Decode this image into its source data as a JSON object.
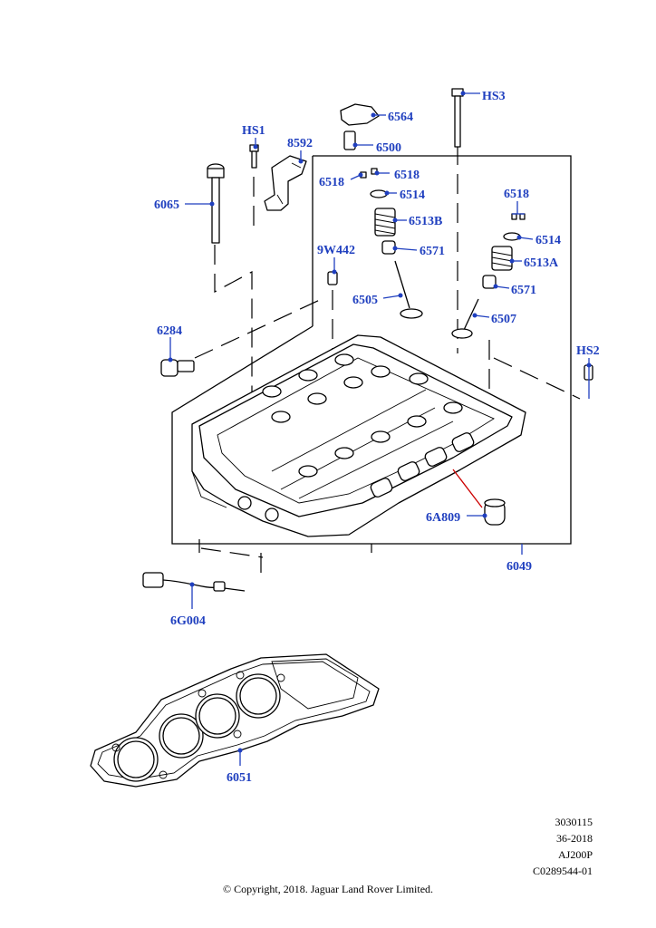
{
  "callouts": {
    "hs3": "HS3",
    "p6564": "6564",
    "hs1": "HS1",
    "p8592": "8592",
    "p6500": "6500",
    "p6518a": "6518",
    "p6518b": "6518",
    "p6518c": "6518",
    "p6514a": "6514",
    "p6514b": "6514",
    "p6065": "6065",
    "p6513b": "6513B",
    "p6513a": "6513A",
    "p9w442": "9W442",
    "p6571a": "6571",
    "p6571b": "6571",
    "p6505": "6505",
    "p6507": "6507",
    "p6284": "6284",
    "hs2": "HS2",
    "p6a809": "6A809",
    "p6049": "6049",
    "p6g004": "6G004",
    "p6051": "6051"
  },
  "meta": {
    "line1": "3030115",
    "line2": "36-2018",
    "line3": "AJ200P",
    "line4": "C0289544-01"
  },
  "copyright": "© Copyright, 2018. Jaguar Land Rover Limited.",
  "colors": {
    "callout": "#1f3fbf",
    "highlight_leader": "#cc0000"
  }
}
